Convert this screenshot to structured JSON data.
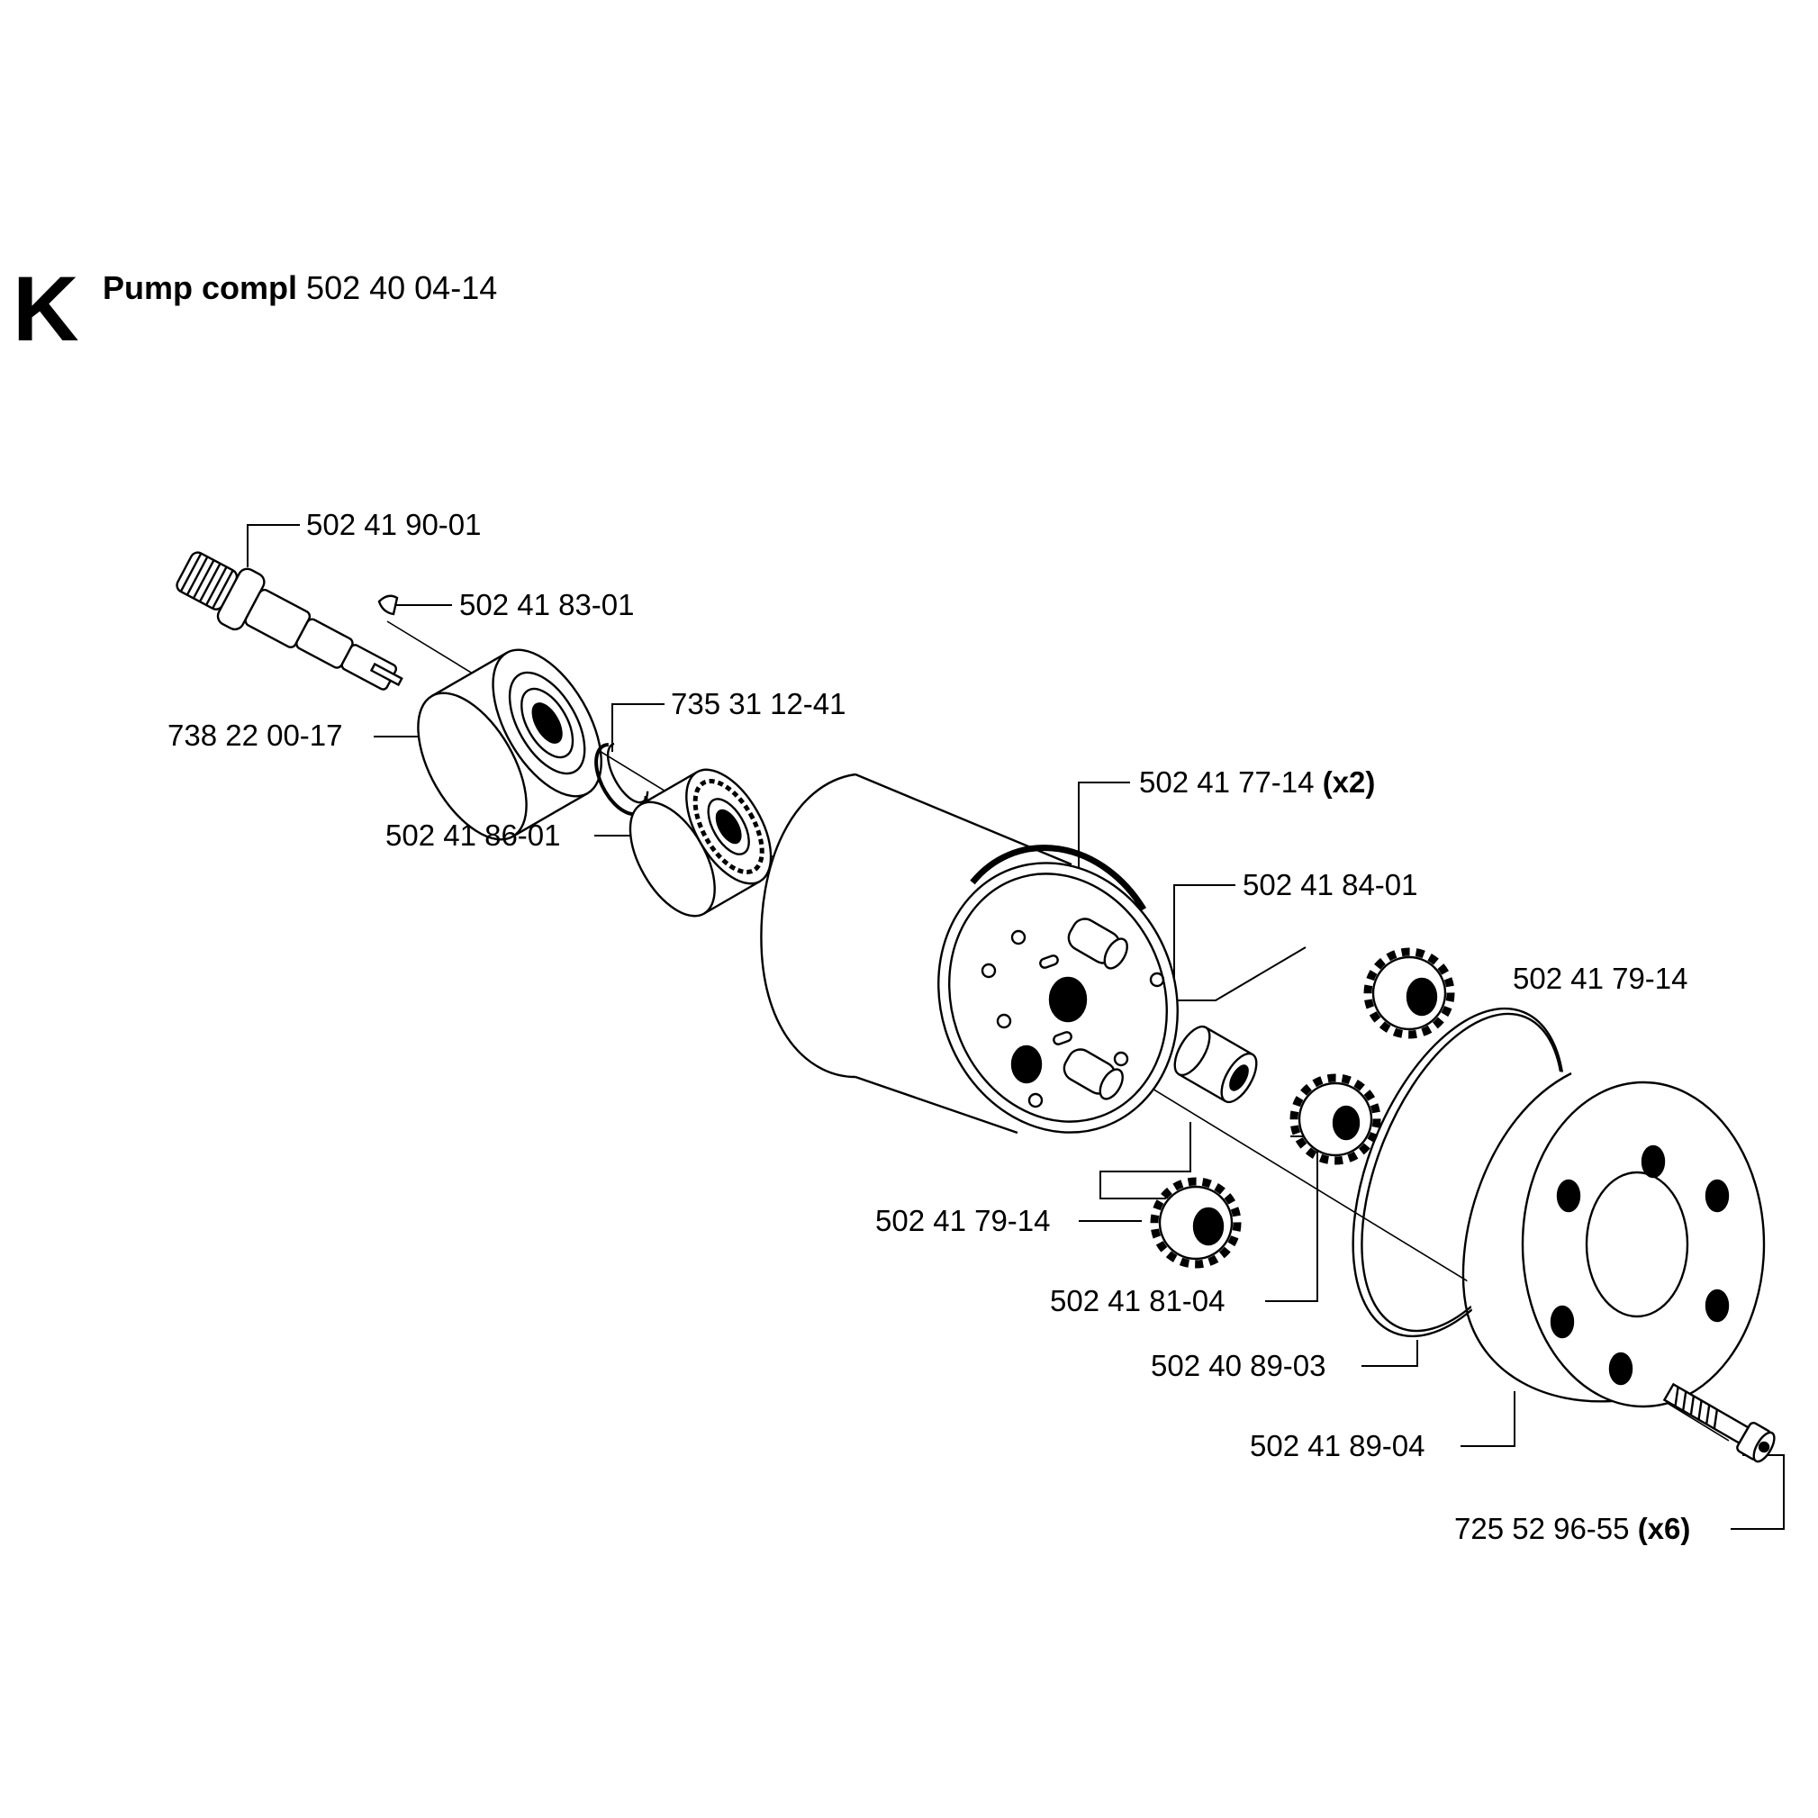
{
  "header": {
    "section_letter": "K",
    "title_bold": "Pump compl",
    "title_number": "502 40 04-14"
  },
  "parts": [
    {
      "number": "502 41 90-01",
      "qty": ""
    },
    {
      "number": "502 41 83-01",
      "qty": ""
    },
    {
      "number": "735 31 12-41",
      "qty": ""
    },
    {
      "number": "738 22 00-17",
      "qty": ""
    },
    {
      "number": "502 41 86-01",
      "qty": ""
    },
    {
      "number": "502 41 77-14",
      "qty": "(x2)"
    },
    {
      "number": "502 41 84-01",
      "qty": ""
    },
    {
      "number": "502 41 79-14",
      "qty": ""
    },
    {
      "number": "502 41 79-14",
      "qty": ""
    },
    {
      "number": "502 41 81-04",
      "qty": ""
    },
    {
      "number": "502 40 89-03",
      "qty": ""
    },
    {
      "number": "502 41 89-04",
      "qty": ""
    },
    {
      "number": "725 52 96-55",
      "qty": "(x6)"
    }
  ]
}
